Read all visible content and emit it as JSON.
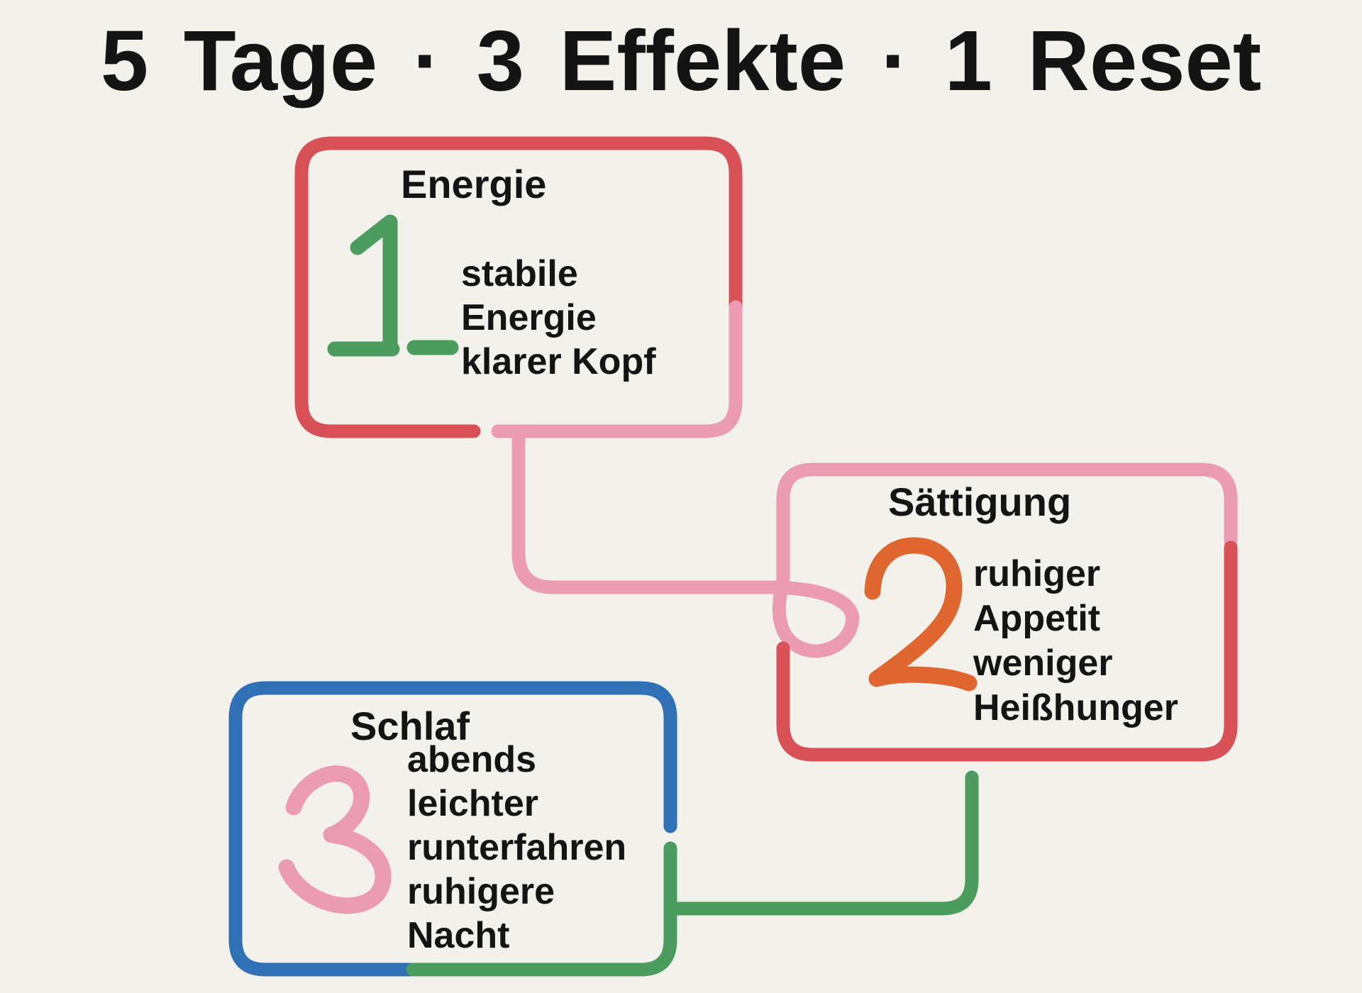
{
  "title": "5 Tage · 3 Effekte · 1 Reset",
  "colors": {
    "background": "#f2f1ec",
    "text": "#141414",
    "red": "#d85157",
    "pink": "#ec9bb5",
    "green": "#4b9c5e",
    "blue": "#3070b5",
    "orange": "#e0662f"
  },
  "boxes": [
    {
      "number": "1",
      "number_color": "green",
      "border_colors": "red with pink lower-right",
      "heading": "Energie",
      "lines": [
        "stabile",
        "Energie",
        "klarer Kopf"
      ]
    },
    {
      "number": "2",
      "number_color": "orange",
      "border_colors": "pink with red bottom",
      "heading": "Sättigung",
      "lines": [
        "ruhiger",
        "Appetit",
        "weniger",
        "Heißhunger"
      ]
    },
    {
      "number": "3",
      "number_color": "pink",
      "border_colors": "blue with green lower-right",
      "heading": "Schlaf",
      "lines": [
        "abends",
        "leichter",
        "runterfahren",
        "ruhigere",
        "Nacht"
      ]
    }
  ],
  "connectors": [
    {
      "from": "box-1",
      "to": "box-2",
      "color": "pink",
      "style": "loop at box 2 left border"
    },
    {
      "from": "box-2",
      "to": "box-3",
      "color": "green",
      "style": "elbow into box 3 right border"
    }
  ]
}
